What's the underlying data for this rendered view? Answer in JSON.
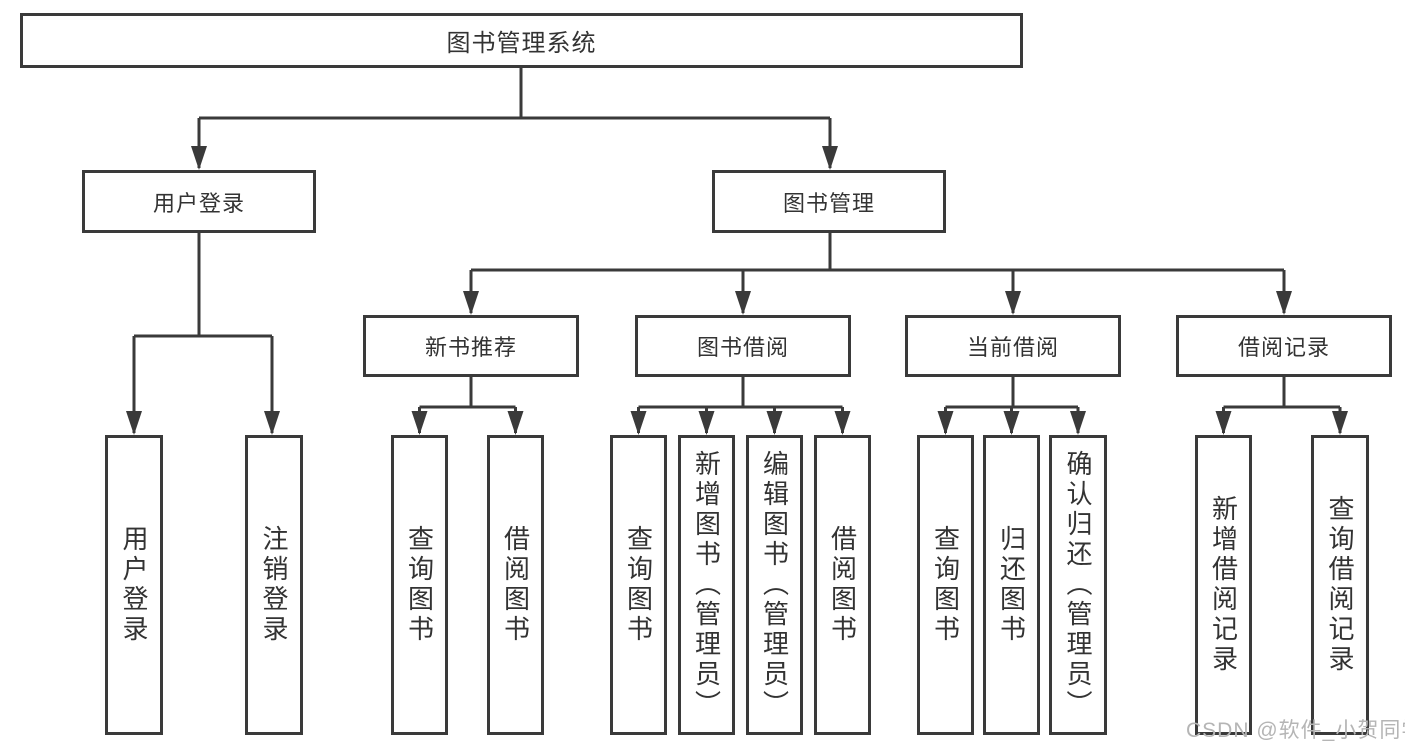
{
  "diagram_title": "图书管理系统",
  "tree": {
    "label": "图书管理系统",
    "children": [
      {
        "label": "用户登录",
        "children": [
          {
            "label": "用户登录"
          },
          {
            "label": "注销登录"
          }
        ]
      },
      {
        "label": "图书管理",
        "children": [
          {
            "label": "新书推荐",
            "children": [
              {
                "label": "查询图书"
              },
              {
                "label": "借阅图书"
              }
            ]
          },
          {
            "label": "图书借阅",
            "children": [
              {
                "label": "查询图书"
              },
              {
                "label": "新增图书（管理员）"
              },
              {
                "label": "编辑图书（管理员）"
              },
              {
                "label": "借阅图书"
              }
            ]
          },
          {
            "label": "当前借阅",
            "children": [
              {
                "label": "查询图书"
              },
              {
                "label": "归还图书"
              },
              {
                "label": "确认归还（管理员）"
              }
            ]
          },
          {
            "label": "借阅记录",
            "children": [
              {
                "label": "新增借阅记录"
              },
              {
                "label": "查询借阅记录"
              }
            ]
          }
        ]
      }
    ]
  },
  "watermark": {
    "text": "CSDN @软件_小贺同学"
  },
  "colors": {
    "line": "#3a3a3a",
    "text": "#333333",
    "watermark": "#b5b5b5",
    "background": "#ffffff"
  }
}
